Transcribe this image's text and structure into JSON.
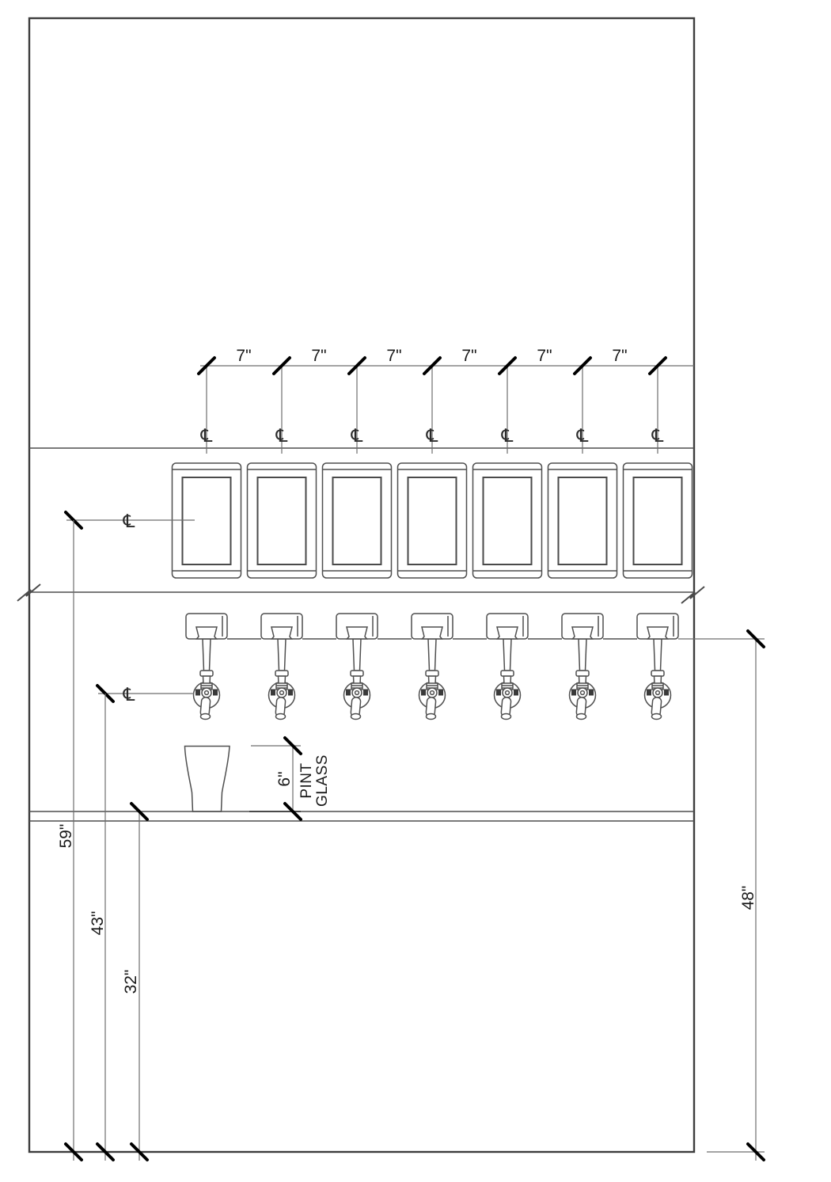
{
  "drawing": {
    "dimensions": {
      "spacing_labels": [
        "7\"",
        "7\"",
        "7\"",
        "7\"",
        "7\"",
        "7\""
      ],
      "panel_centerline_height": "59\"",
      "tap_handle_centerline_height": "43\"",
      "counter_height": "32\"",
      "faucet_mount_height": "48\"",
      "glass_height": "6\"",
      "centerline_symbol": "℄"
    },
    "labels": {
      "glass_line1": "PINT",
      "glass_line2": "GLASS"
    },
    "colors": {
      "background": "#ffffff",
      "line": "#4f4f4f",
      "wall_outline": "#3d3d3d",
      "tick": "#000000",
      "text": "#1a1a1a"
    }
  }
}
